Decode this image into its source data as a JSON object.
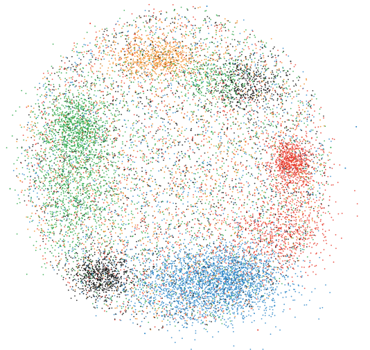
{
  "chart_data": {
    "type": "scatter",
    "title": "",
    "xlabel": "",
    "ylabel": "",
    "xlim": [
      0,
      1
    ],
    "ylim": [
      0,
      1
    ],
    "axes_visible": false,
    "grid": false,
    "legend": "none",
    "description_of_layout": "",
    "cloud": {
      "center": [
        0.47,
        0.52
      ],
      "radius": [
        0.43,
        0.47
      ]
    },
    "series": [
      {
        "color": "#e8372a",
        "diffuse_count": 1500,
        "clusters": [
          {
            "center": [
              0.79,
              0.54
            ],
            "spread": [
              0.028,
              0.035
            ],
            "count": 650
          },
          {
            "center": [
              0.74,
              0.33
            ],
            "spread": [
              0.07,
              0.05
            ],
            "count": 450
          },
          {
            "center": [
              0.82,
              0.42
            ],
            "spread": [
              0.05,
              0.1
            ],
            "count": 300
          }
        ]
      },
      {
        "color": "#2c86c8",
        "diffuse_count": 1200,
        "clusters": [
          {
            "center": [
              0.56,
              0.18
            ],
            "spread": [
              0.11,
              0.055
            ],
            "count": 2000
          },
          {
            "center": [
              0.64,
              0.22
            ],
            "spread": [
              0.06,
              0.04
            ],
            "count": 500
          }
        ]
      },
      {
        "color": "#f08c24",
        "diffuse_count": 1300,
        "clusters": [
          {
            "center": [
              0.42,
              0.84
            ],
            "spread": [
              0.06,
              0.03
            ],
            "count": 650
          }
        ]
      },
      {
        "color": "#2ea84a",
        "diffuse_count": 1600,
        "clusters": [
          {
            "center": [
              0.2,
              0.64
            ],
            "spread": [
              0.04,
              0.045
            ],
            "count": 700
          },
          {
            "center": [
              0.2,
              0.5
            ],
            "spread": [
              0.06,
              0.12
            ],
            "count": 1100
          },
          {
            "center": [
              0.58,
              0.78
            ],
            "spread": [
              0.06,
              0.04
            ],
            "count": 300
          }
        ]
      },
      {
        "color": "#111111",
        "diffuse_count": 1400,
        "clusters": [
          {
            "center": [
              0.27,
              0.21
            ],
            "spread": [
              0.04,
              0.035
            ],
            "count": 650
          },
          {
            "center": [
              0.67,
              0.76
            ],
            "spread": [
              0.05,
              0.04
            ],
            "count": 380
          }
        ]
      }
    ],
    "outliers": [
      {
        "x": 0.97,
        "y": 0.64,
        "color": "#2c86c8"
      },
      {
        "x": 0.9,
        "y": 0.58,
        "color": "#2ea84a"
      },
      {
        "x": 0.24,
        "y": 0.94,
        "color": "#e8372a"
      },
      {
        "x": 0.56,
        "y": 0.99,
        "color": "#2c86c8"
      },
      {
        "x": 0.02,
        "y": 0.46,
        "color": "#2ea84a"
      },
      {
        "x": 0.07,
        "y": 0.7,
        "color": "#f08c24"
      },
      {
        "x": 0.39,
        "y": 0.04,
        "color": "#2c86c8"
      },
      {
        "x": 0.7,
        "y": 0.05,
        "color": "#e8372a"
      },
      {
        "x": 0.79,
        "y": 0.83,
        "color": "#111111"
      },
      {
        "x": 0.94,
        "y": 0.52,
        "color": "#2c86c8"
      }
    ]
  }
}
